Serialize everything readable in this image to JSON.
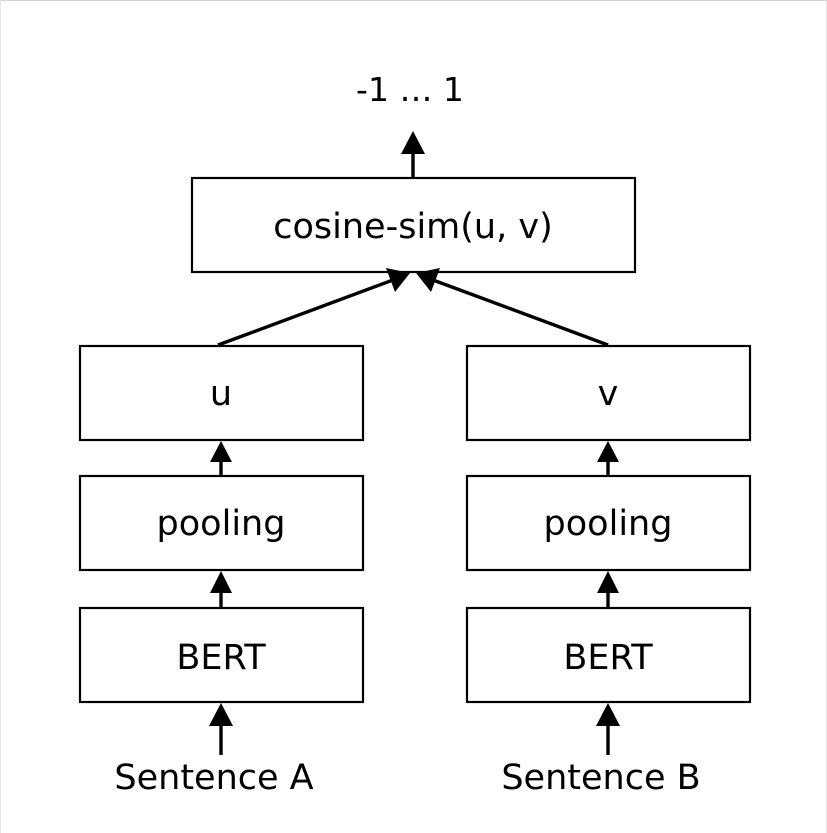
{
  "diagram": {
    "output_label": "-1 … 1",
    "similarity_box": "cosine-sim(u, v)",
    "left_branch": {
      "embedding": "u",
      "pooling": "pooling",
      "encoder": "BERT",
      "input": "Sentence A"
    },
    "right_branch": {
      "embedding": "v",
      "pooling": "pooling",
      "encoder": "BERT",
      "input": "Sentence B"
    }
  }
}
